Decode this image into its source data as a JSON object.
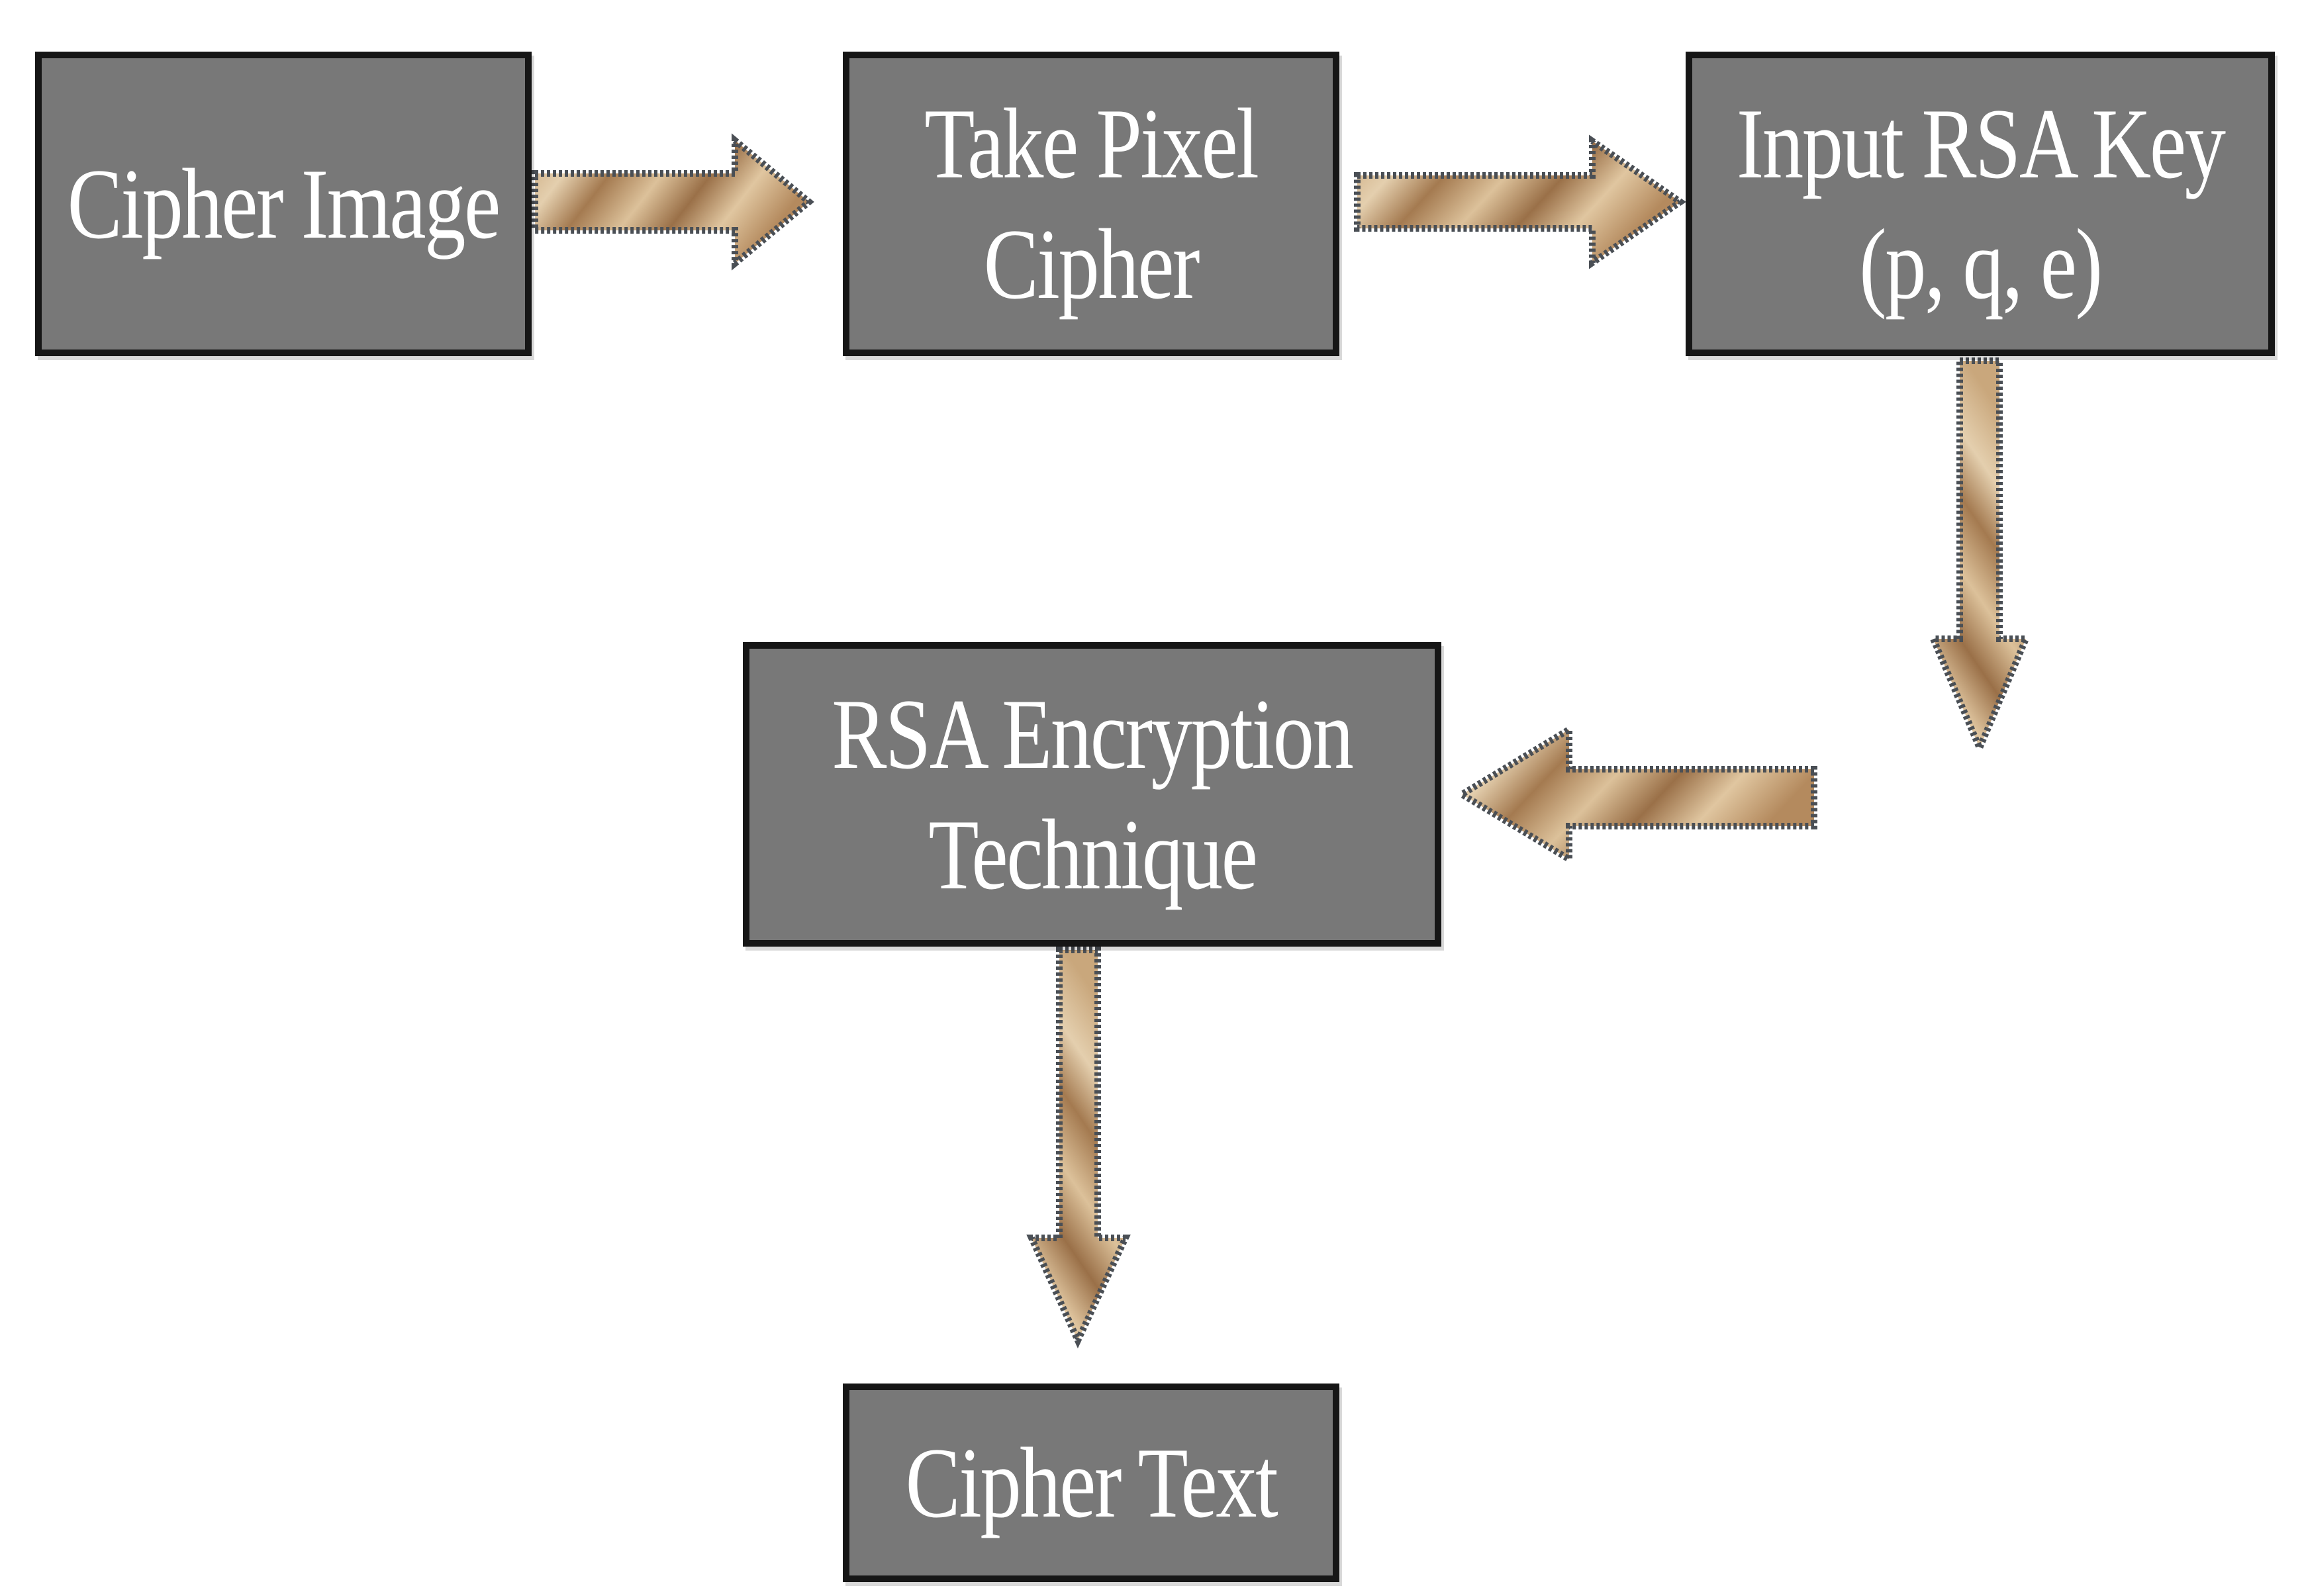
{
  "diagram": {
    "nodes": {
      "cipher_image": {
        "lines": [
          "Cipher Image"
        ]
      },
      "take_pixel_cipher": {
        "lines": [
          "Take Pixel",
          "Cipher"
        ]
      },
      "input_rsa_key": {
        "lines": [
          "Input RSA Key",
          "(p, q, e)"
        ]
      },
      "rsa_encryption_technique": {
        "lines": [
          "RSA Encryption",
          "Technique"
        ]
      },
      "cipher_text": {
        "lines": [
          "Cipher Text"
        ]
      }
    },
    "edges": [
      {
        "from": "cipher_image",
        "to": "take_pixel_cipher"
      },
      {
        "from": "take_pixel_cipher",
        "to": "input_rsa_key"
      },
      {
        "from": "input_rsa_key",
        "to": "rsa_encryption_technique"
      },
      {
        "from": "rsa_encryption_technique",
        "to": "cipher_text"
      }
    ],
    "colors": {
      "box_fill": "#787878",
      "box_border": "#161616",
      "box_text": "#ffffff",
      "arrow_fill_light": "#d8bd96",
      "arrow_fill_dark": "#9a7048",
      "arrow_outline": "#4a4f55"
    }
  }
}
